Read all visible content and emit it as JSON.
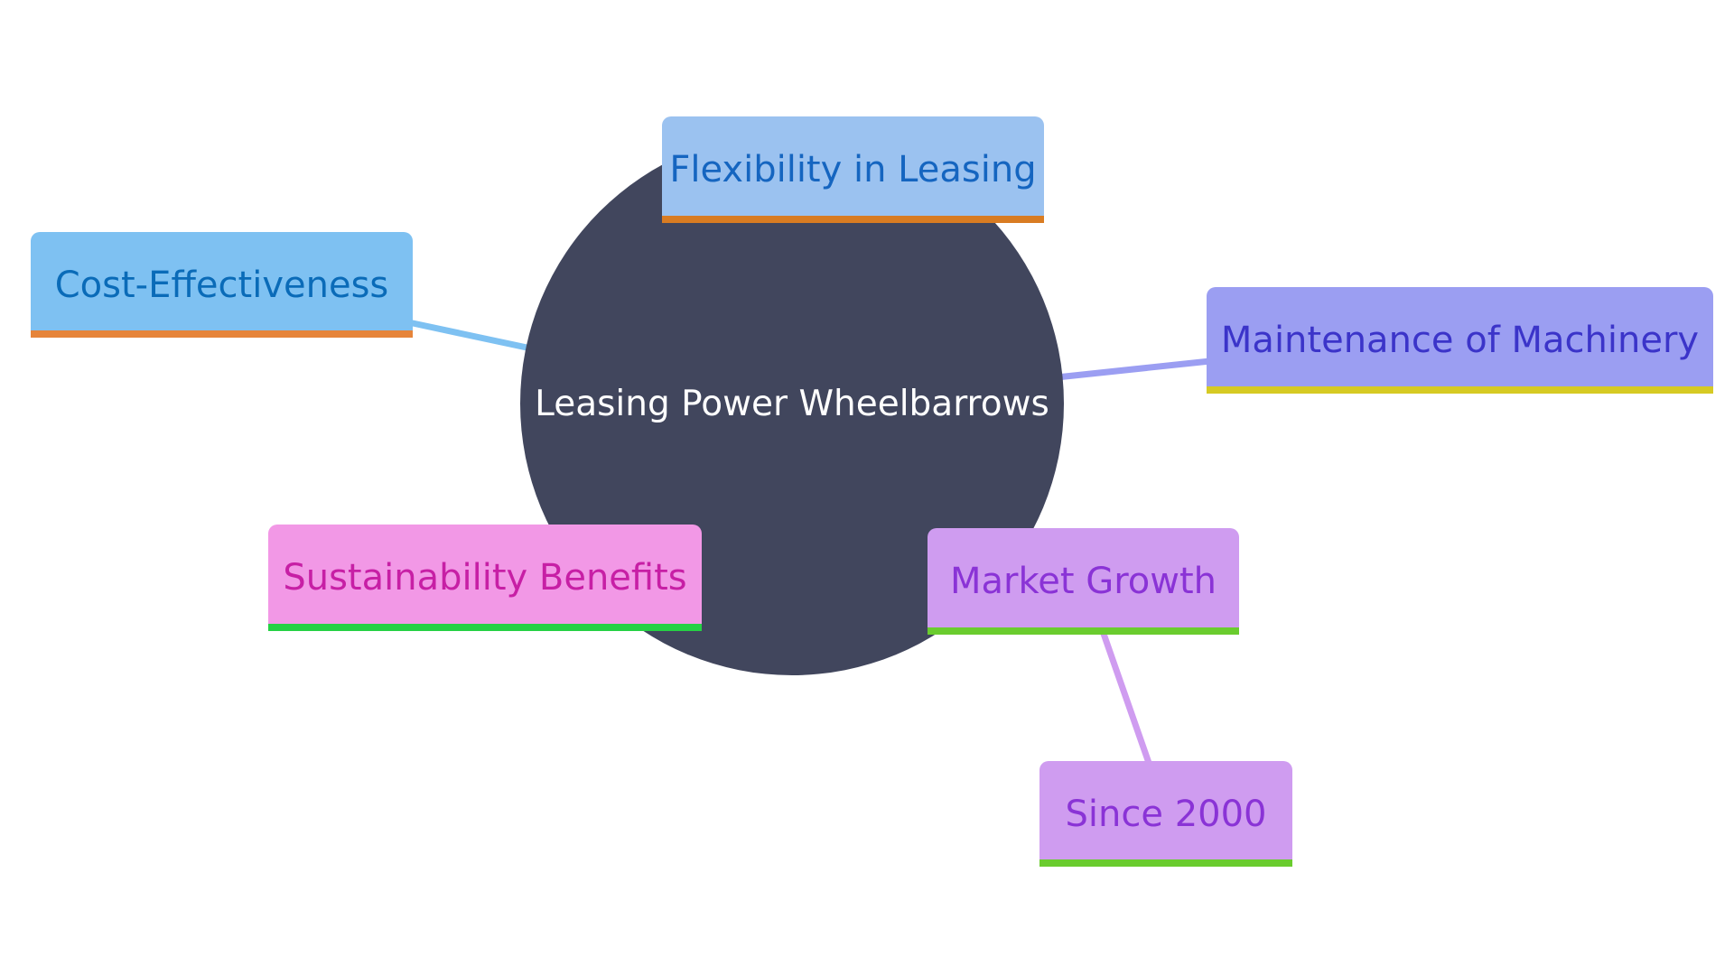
{
  "center": {
    "label": "Leasing Power Wheelbarrows",
    "color": "#41465d",
    "text_color": "#ffffff"
  },
  "nodes": {
    "flexibility": {
      "label": "Flexibility in Leasing",
      "fill": "#9bc2f0",
      "text_color": "#1565c0",
      "underline": "#d97c22"
    },
    "cost": {
      "label": "Cost-Effectiveness",
      "fill": "#7ec1f2",
      "text_color": "#0a6bb8",
      "underline": "#e6843a"
    },
    "maintenance": {
      "label": "Maintenance of Machinery",
      "fill": "#9b9ef2",
      "text_color": "#3b34c9",
      "underline": "#d6ca24"
    },
    "sustainability": {
      "label": "Sustainability Benefits",
      "fill": "#f298e6",
      "text_color": "#c71fa5",
      "underline": "#25d144"
    },
    "market": {
      "label": "Market Growth",
      "fill": "#cf9cf0",
      "text_color": "#8a33d6",
      "underline": "#6acc2e"
    },
    "since": {
      "label": "Since 2000",
      "fill": "#cf9cf0",
      "text_color": "#8a33d6",
      "underline": "#6acc2e"
    }
  },
  "edges": [
    {
      "from": "center",
      "to": "cost",
      "color": "#7ec1f2"
    },
    {
      "from": "center",
      "to": "maintenance",
      "color": "#9b9ef2"
    },
    {
      "from": "market",
      "to": "since",
      "color": "#cf9cf0"
    }
  ]
}
